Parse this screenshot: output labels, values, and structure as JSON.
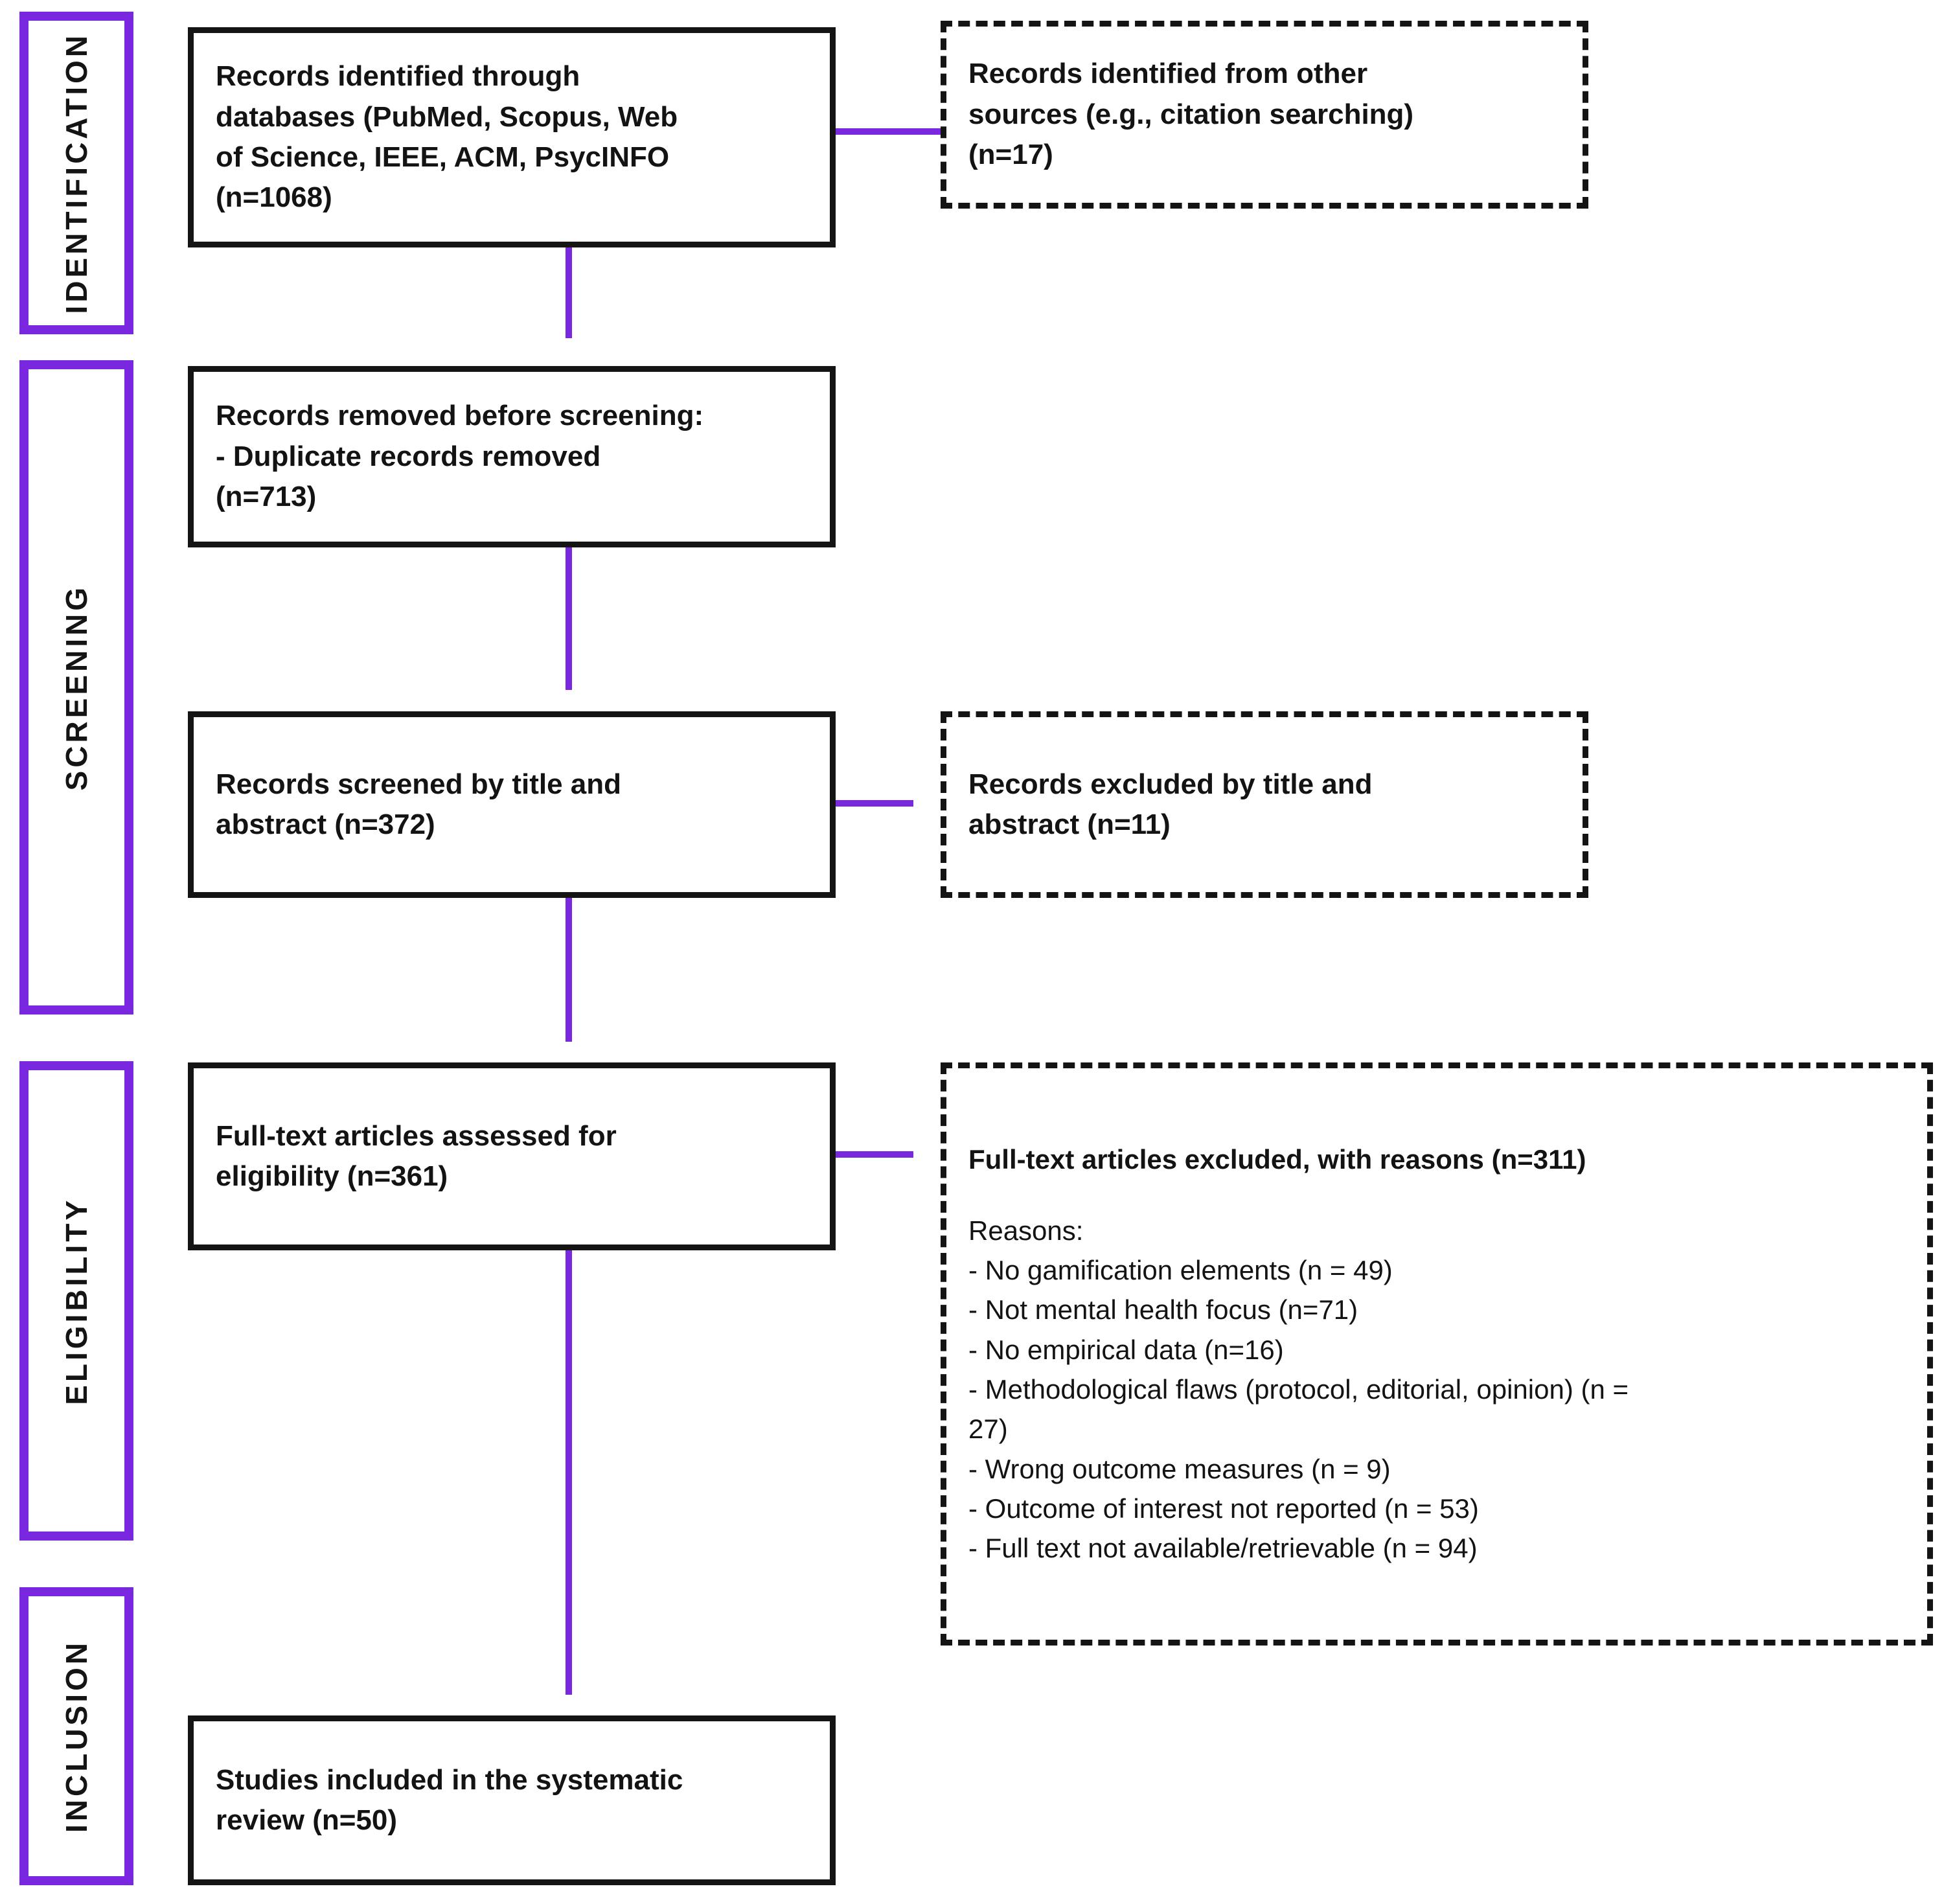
{
  "diagram": {
    "title": "PRISMA Flow Diagram",
    "accent_color": "#7A28E0",
    "box_border_color": "#141414",
    "background": "#ffffff"
  },
  "stages": [
    {
      "id": "identification",
      "label": "IDENTIFICATION"
    },
    {
      "id": "screening",
      "label": "SCREENING"
    },
    {
      "id": "eligibility",
      "label": "ELIGIBILITY"
    },
    {
      "id": "inclusion",
      "label": "INCLUSION"
    }
  ],
  "boxes": {
    "identified_db": {
      "style": "solid",
      "line1": "Records identified through",
      "line2": "databases (PubMed, Scopus, Web",
      "line3": "of Science, IEEE, ACM, PsycINFO",
      "line4": "(n=1068)",
      "n": 1068
    },
    "identified_other": {
      "style": "dashed",
      "line1": "Records identified from other",
      "line2": "sources (e.g., citation searching)",
      "line3": "(n=17)",
      "n": 17
    },
    "removed_before_screening": {
      "style": "solid",
      "line1": "Records removed before screening:",
      "line2": "- Duplicate records removed",
      "line3": "(n=713)",
      "n": 713
    },
    "screened": {
      "style": "solid",
      "line1": "Records screened by title and",
      "line2": "abstract (n=372)",
      "n": 372
    },
    "excluded_title_abstract": {
      "style": "dashed",
      "line1": "Records excluded by title and",
      "line2": "abstract (n=11)",
      "n": 11
    },
    "fulltext_assessed": {
      "style": "solid",
      "line1": "Full-text articles assessed for",
      "line2": "eligibility (n=361)",
      "n": 361
    },
    "fulltext_excluded": {
      "style": "dashed",
      "title": "Full-text articles excluded, with reasons (n=311)",
      "n": 311,
      "reasons_heading": "Reasons:",
      "reasons": [
        {
          "text": "- No gamification elements (n = 49)",
          "n": 49
        },
        {
          "text": "- Not mental health focus (n=71)",
          "n": 71
        },
        {
          "text": "- No empirical data (n=16)",
          "n": 16
        },
        {
          "text": "- Methodological flaws (protocol, editorial, opinion) (n =\n27)",
          "n": 27
        },
        {
          "text": "- Wrong outcome measures (n = 9)",
          "n": 9
        },
        {
          "text": "- Outcome of interest not reported (n = 53)",
          "n": 53
        },
        {
          "text": "- Full text not available/retrievable (n = 94)",
          "n": 94
        }
      ]
    },
    "included": {
      "style": "solid",
      "line1": "Studies included in the systematic",
      "line2": "review (n=50)",
      "n": 50
    }
  },
  "connectors": [
    {
      "id": "db-to-other",
      "from": "identified_db",
      "to": "identified_other",
      "direction": "right",
      "arrowhead": false
    },
    {
      "id": "db-down",
      "from": "identified_db",
      "to": "removed_before_screening",
      "direction": "down",
      "arrowhead": true
    },
    {
      "id": "rm-down",
      "from": "removed_before_screening",
      "to": "screened",
      "direction": "down",
      "arrowhead": true
    },
    {
      "id": "scr-right",
      "from": "screened",
      "to": "excluded_title_abstract",
      "direction": "right",
      "arrowhead": true
    },
    {
      "id": "scr-down",
      "from": "screened",
      "to": "fulltext_assessed",
      "direction": "down",
      "arrowhead": true
    },
    {
      "id": "ft-right",
      "from": "fulltext_assessed",
      "to": "fulltext_excluded",
      "direction": "right",
      "arrowhead": true
    },
    {
      "id": "ft-down",
      "from": "fulltext_assessed",
      "to": "included",
      "direction": "down",
      "arrowhead": true
    }
  ]
}
